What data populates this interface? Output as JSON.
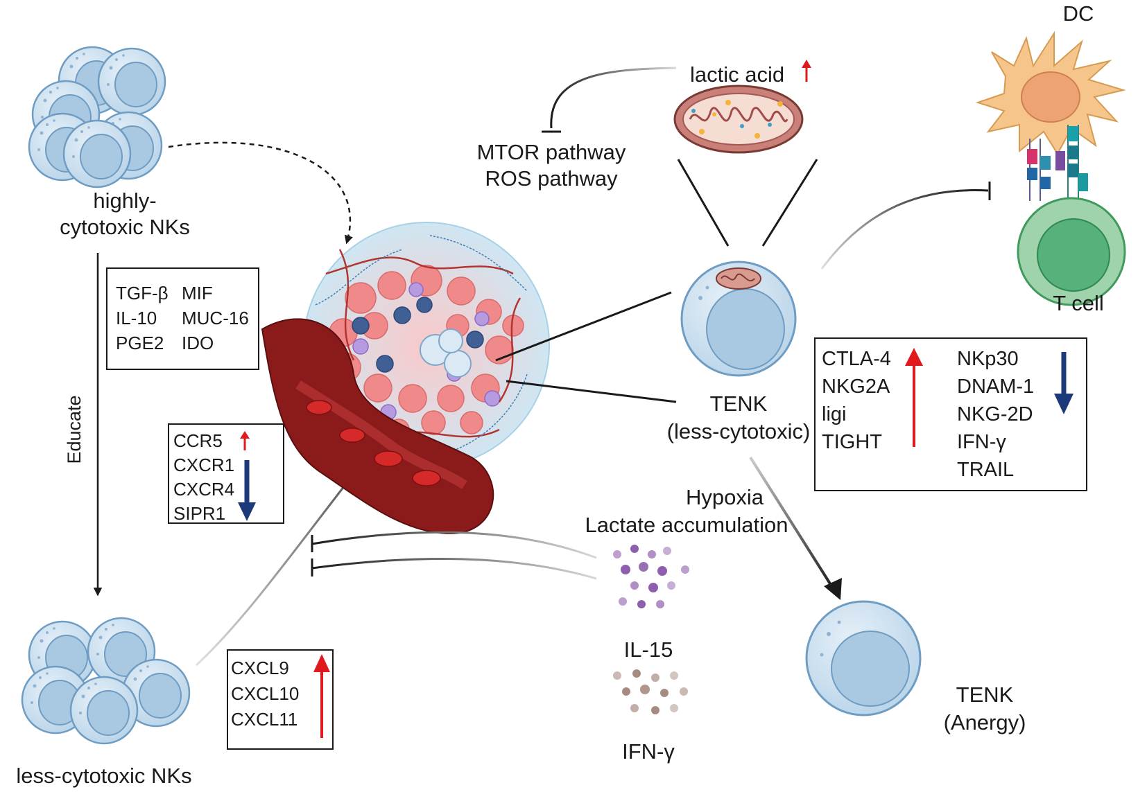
{
  "labels": {
    "highly_cytotoxic_line1": "highly-",
    "highly_cytotoxic_line2": "cytotoxic NKs",
    "less_cytotoxic_nks": "less-cytotoxic NKs",
    "educate": "Educate",
    "lactic_acid": "lactic acid",
    "mtor": "MTOR pathway",
    "ros": "ROS pathway",
    "dc": "DC",
    "t_cell": "T cell",
    "tenk_less_line1": "TENK",
    "tenk_less_line2": "(less-cytotoxic)",
    "hypoxia": "Hypoxia",
    "lactate": "Lactate accumulation",
    "il15": "IL-15",
    "ifng": "IFN-γ",
    "tenk_anergy_line1": "TENK",
    "tenk_anergy_line2": "(Anergy)"
  },
  "factor_box": {
    "col1": [
      "TGF-β",
      "IL-10",
      "PGE2"
    ],
    "col2": [
      "MIF",
      "MUC-16",
      "IDO"
    ]
  },
  "receptor_box": {
    "items": [
      "CCR5",
      "CXCR1",
      "CXCR4",
      "SIPR1"
    ]
  },
  "chemokine_box": {
    "items": [
      "CXCL9",
      "CXCL10",
      "CXCL11"
    ]
  },
  "marker_box": {
    "up": [
      "CTLA-4",
      "NKG2A",
      "ligi",
      "TIGHT"
    ],
    "down": [
      "NKp30",
      "DNAM-1",
      "NKG-2D",
      "IFN-γ",
      "TRAIL"
    ]
  },
  "colors": {
    "up_arrow": "#e0191c",
    "down_arrow": "#1c3a7a",
    "nk_cell_fill": "#d3e4f1",
    "nk_nucleus": "#a9c8e1",
    "tumor_pink": "#f08a8a",
    "vessel": "#8b1a1a",
    "dc_fill": "#f6c58c",
    "t_cell_fill": "#9fd3ab"
  }
}
